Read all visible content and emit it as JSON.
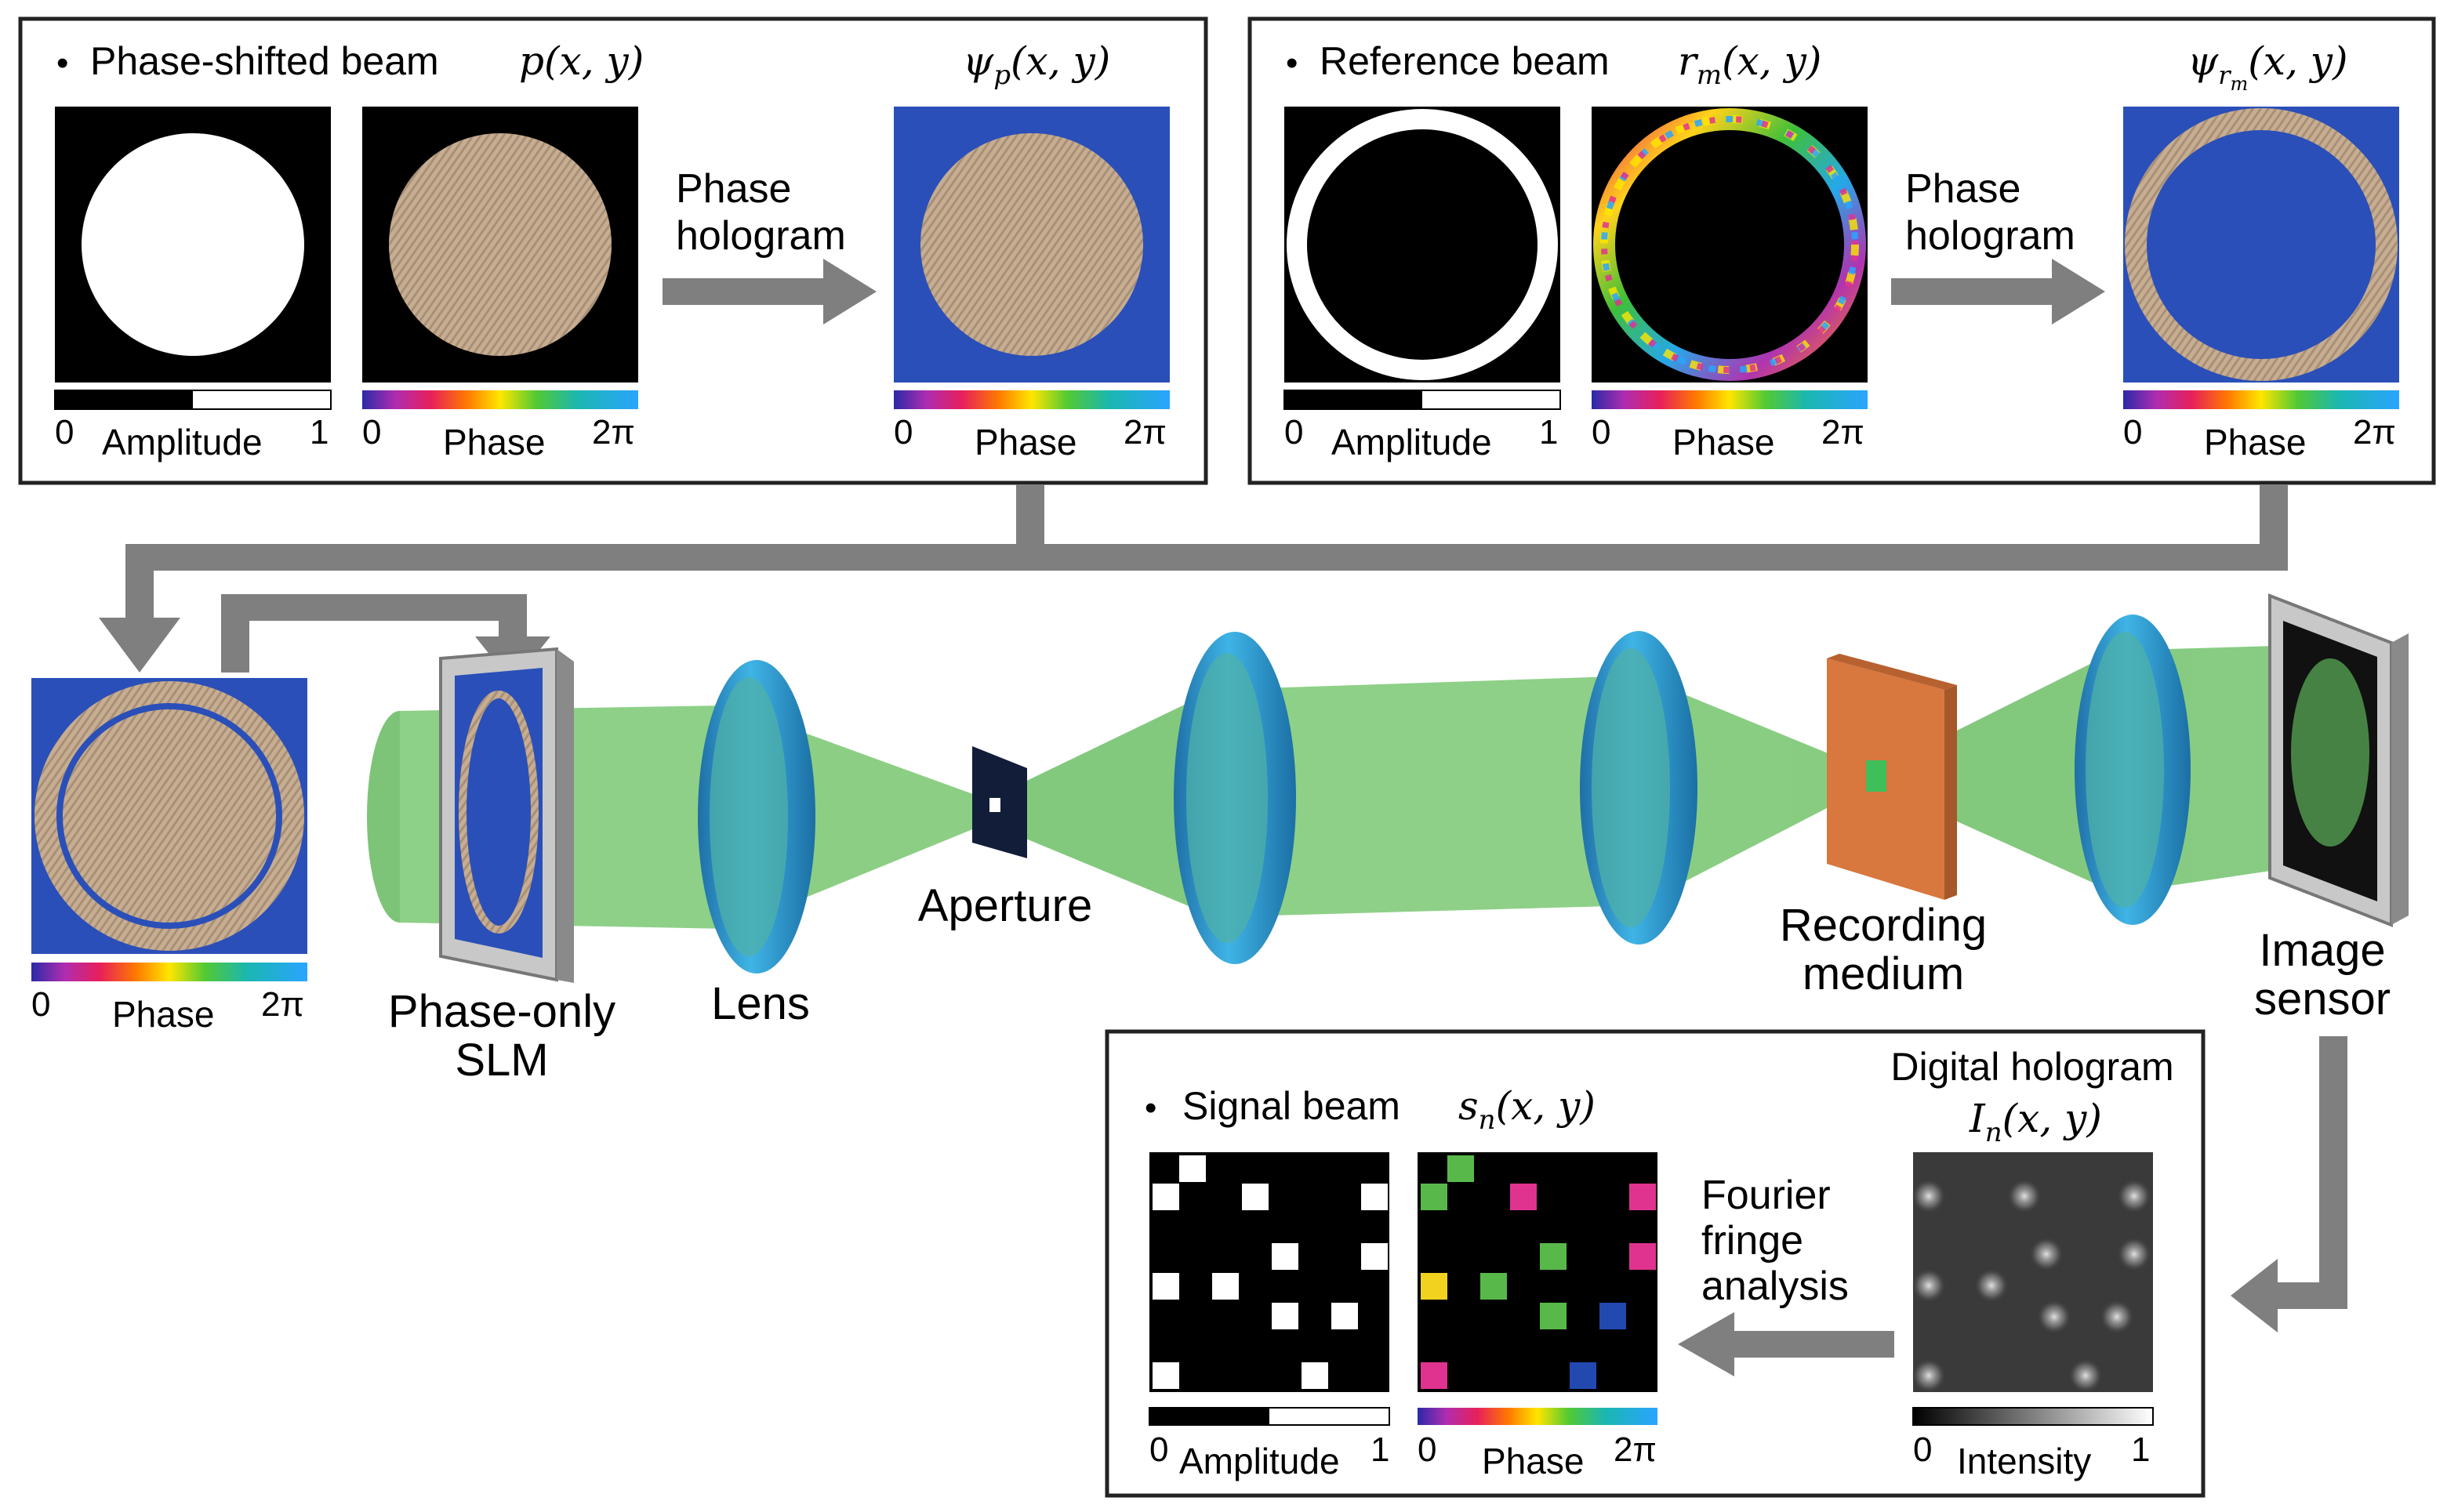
{
  "panels": {
    "phase_shifted": {
      "bullet": "•",
      "title": "Phase-shifted beam",
      "symbol": "p(x, y)",
      "hologram_symbol_main": "ψ",
      "hologram_symbol_sub": "p",
      "hologram_symbol_args": "(x, y)",
      "arrow_label_line1": "Phase",
      "arrow_label_line2": "hologram",
      "amp_scale": {
        "min": "0",
        "label": "Amplitude",
        "max": "1"
      },
      "phase_scale": {
        "min": "0",
        "label": "Phase",
        "max": "2π"
      },
      "holo_scale": {
        "min": "0",
        "label": "Phase",
        "max": "2π"
      }
    },
    "reference": {
      "bullet": "•",
      "title": "Reference beam",
      "symbol_main": "r",
      "symbol_sub": "m",
      "symbol_args": "(x, y)",
      "hologram_symbol_main": "ψ",
      "hologram_symbol_sub": "r",
      "hologram_symbol_subsub": "m",
      "hologram_symbol_args": "(x, y)",
      "arrow_label_line1": "Phase",
      "arrow_label_line2": "hologram",
      "amp_scale": {
        "min": "0",
        "label": "Amplitude",
        "max": "1"
      },
      "phase_scale": {
        "min": "0",
        "label": "Phase",
        "max": "2π"
      },
      "holo_scale": {
        "min": "0",
        "label": "Phase",
        "max": "2π"
      }
    },
    "signal": {
      "bullet": "•",
      "title": "Signal beam",
      "symbol_main": "s",
      "symbol_sub": "n",
      "symbol_args": "(x, y)",
      "digital_title": "Digital hologram",
      "digital_symbol_main": "I",
      "digital_symbol_sub": "n",
      "digital_symbol_args": "(x, y)",
      "arrow_label_line1": "Fourier",
      "arrow_label_line2": "fringe",
      "arrow_label_line3": "analysis",
      "amp_scale": {
        "min": "0",
        "label": "Amplitude",
        "max": "1"
      },
      "phase_scale": {
        "min": "0",
        "label": "Phase",
        "max": "2π"
      },
      "intensity_scale": {
        "min": "0",
        "label": "Intensity",
        "max": "1"
      }
    }
  },
  "combined_hologram_scale": {
    "min": "0",
    "label": "Phase",
    "max": "2π"
  },
  "optics": {
    "slm_label_line1": "Phase-only",
    "slm_label_line2": "SLM",
    "lens_label": "Lens",
    "aperture_label": "Aperture",
    "recording_label_line1": "Recording",
    "recording_label_line2": "medium",
    "sensor_label_line1": "Image",
    "sensor_label_line2": "sensor"
  },
  "colors": {
    "beam": "#5fbf5a",
    "lens": "#2a93c9",
    "hologram_blue": "#2a4fb8",
    "hologram_tan": "#c9b095",
    "recording_medium": "#d8773e",
    "arrow_gray": "#7f7f7f",
    "pixel_green": "#58b94a",
    "pixel_magenta": "#e0338f",
    "pixel_yellow": "#f2d21e",
    "pixel_blue": "#2149b0"
  }
}
